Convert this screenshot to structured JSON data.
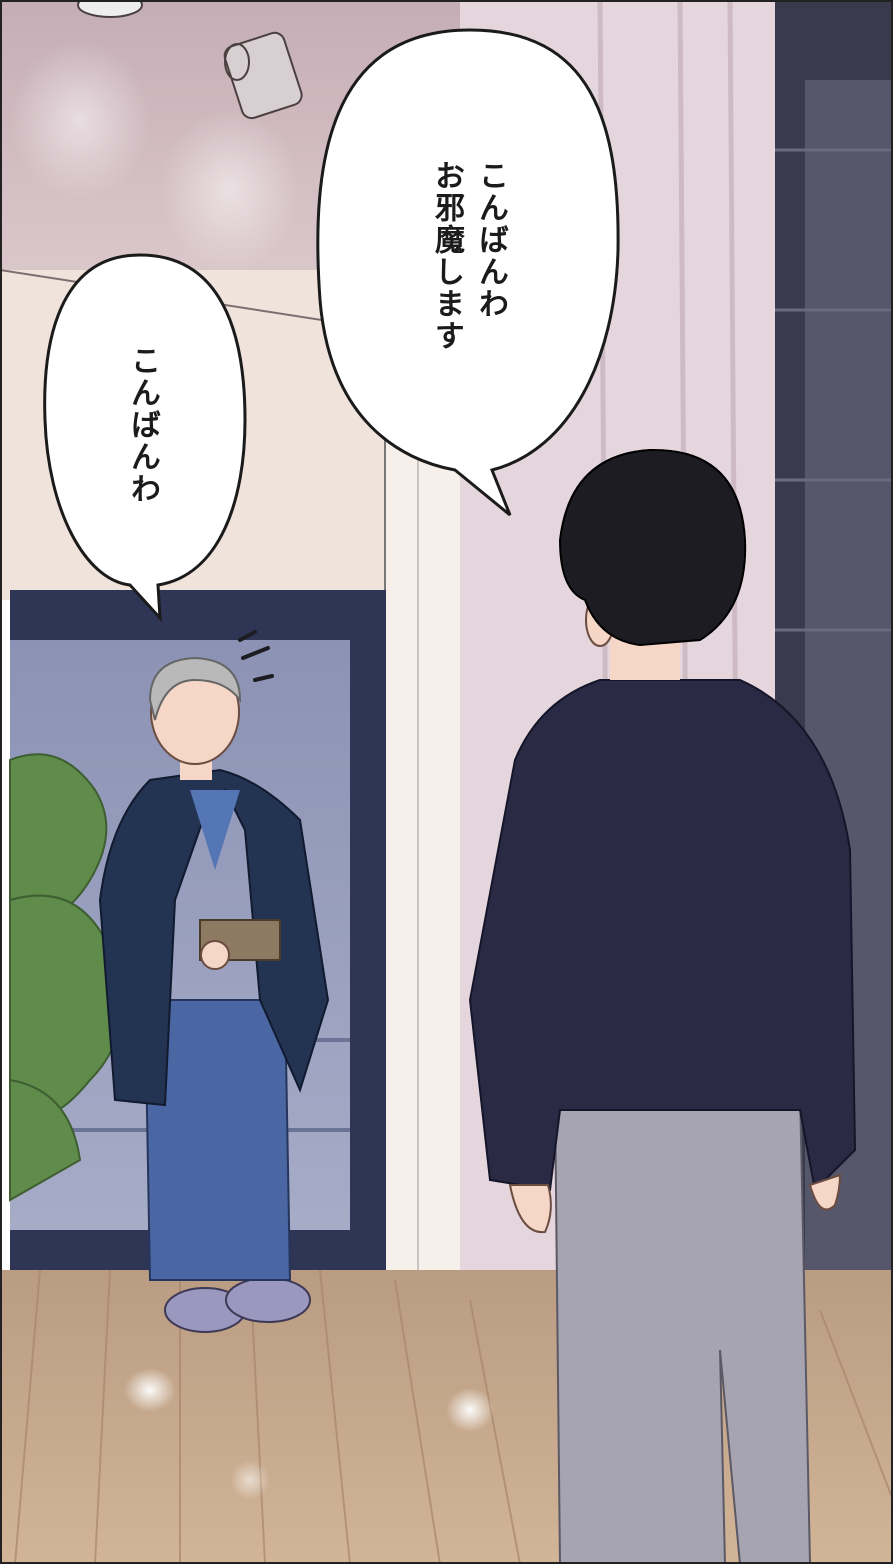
{
  "panel": {
    "bubbles": [
      {
        "lines": [
          "こんばんわ",
          "お邪魔します"
        ]
      },
      {
        "lines": [
          "こんばんわ"
        ]
      }
    ]
  },
  "colors": {
    "wall": "#d9c9cc",
    "ceiling": "#c9b2b8",
    "floor": "#c9a98a",
    "kimono_jacket": "#223452",
    "kimono_robe": "#4a67a3",
    "sweater": "#2b2a44",
    "pants": "#a7a4b1",
    "hair_dark": "#1c1c22",
    "hair_gray": "#b9b9b9",
    "skin": "#f6d6c6",
    "plant": "#5f8c4a",
    "window": "#8e97b8"
  }
}
